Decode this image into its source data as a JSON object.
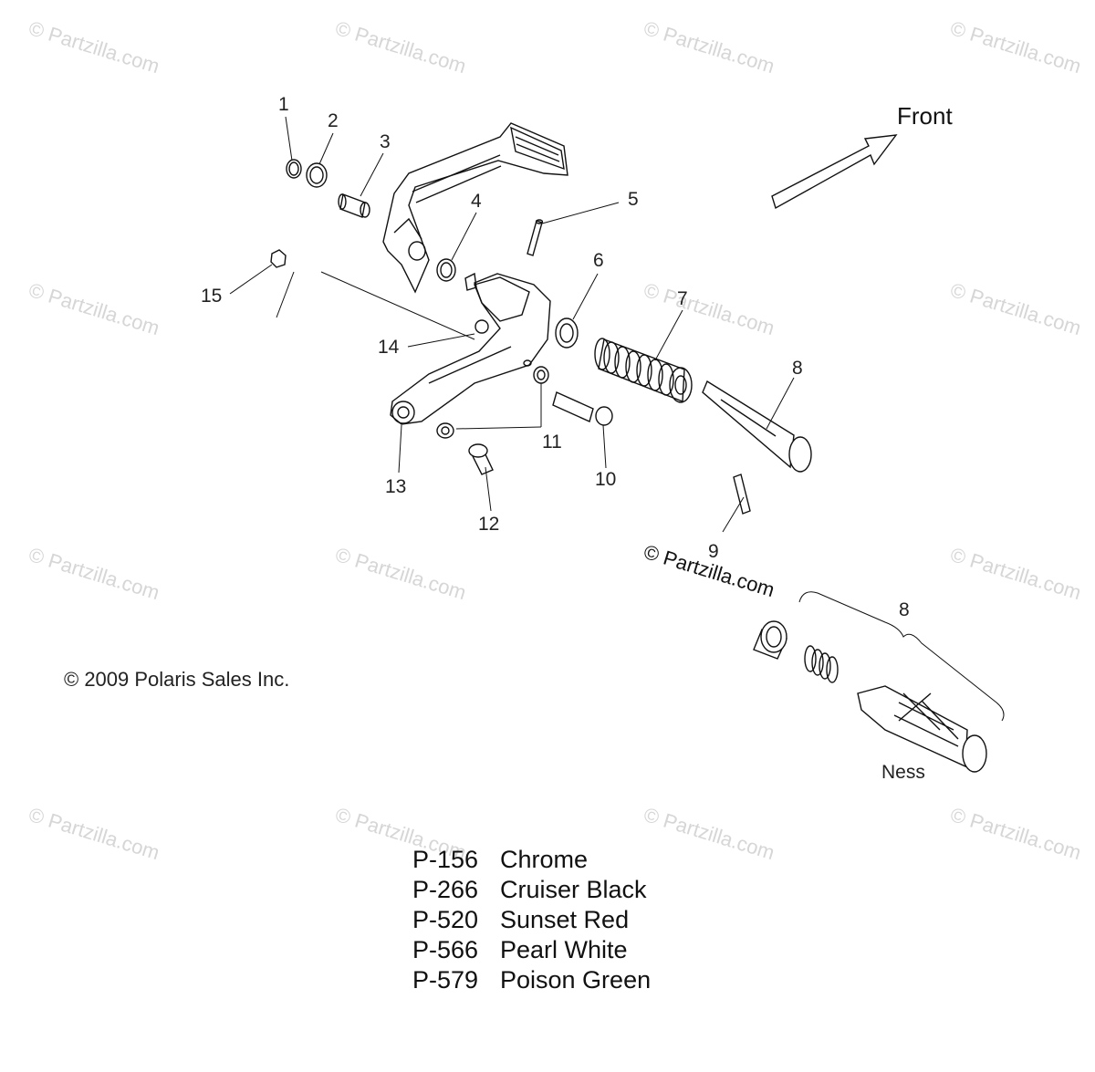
{
  "watermark": "© Partzilla.com",
  "brand_watermark": "© Partzilla.com",
  "direction_label": "Front",
  "copyright": "© 2009 Polaris Sales Inc.",
  "variant_label": "Ness",
  "callouts": [
    "1",
    "2",
    "3",
    "4",
    "5",
    "6",
    "7",
    "8",
    "9",
    "10",
    "11",
    "12",
    "13",
    "14",
    "15",
    "8"
  ],
  "legend": [
    {
      "code": "P-156",
      "color": "Chrome"
    },
    {
      "code": "P-266",
      "color": "Cruiser Black"
    },
    {
      "code": "P-520",
      "color": "Sunset Red"
    },
    {
      "code": "P-566",
      "color": "Pearl White"
    },
    {
      "code": "P-579",
      "color": "Poison Green"
    }
  ]
}
